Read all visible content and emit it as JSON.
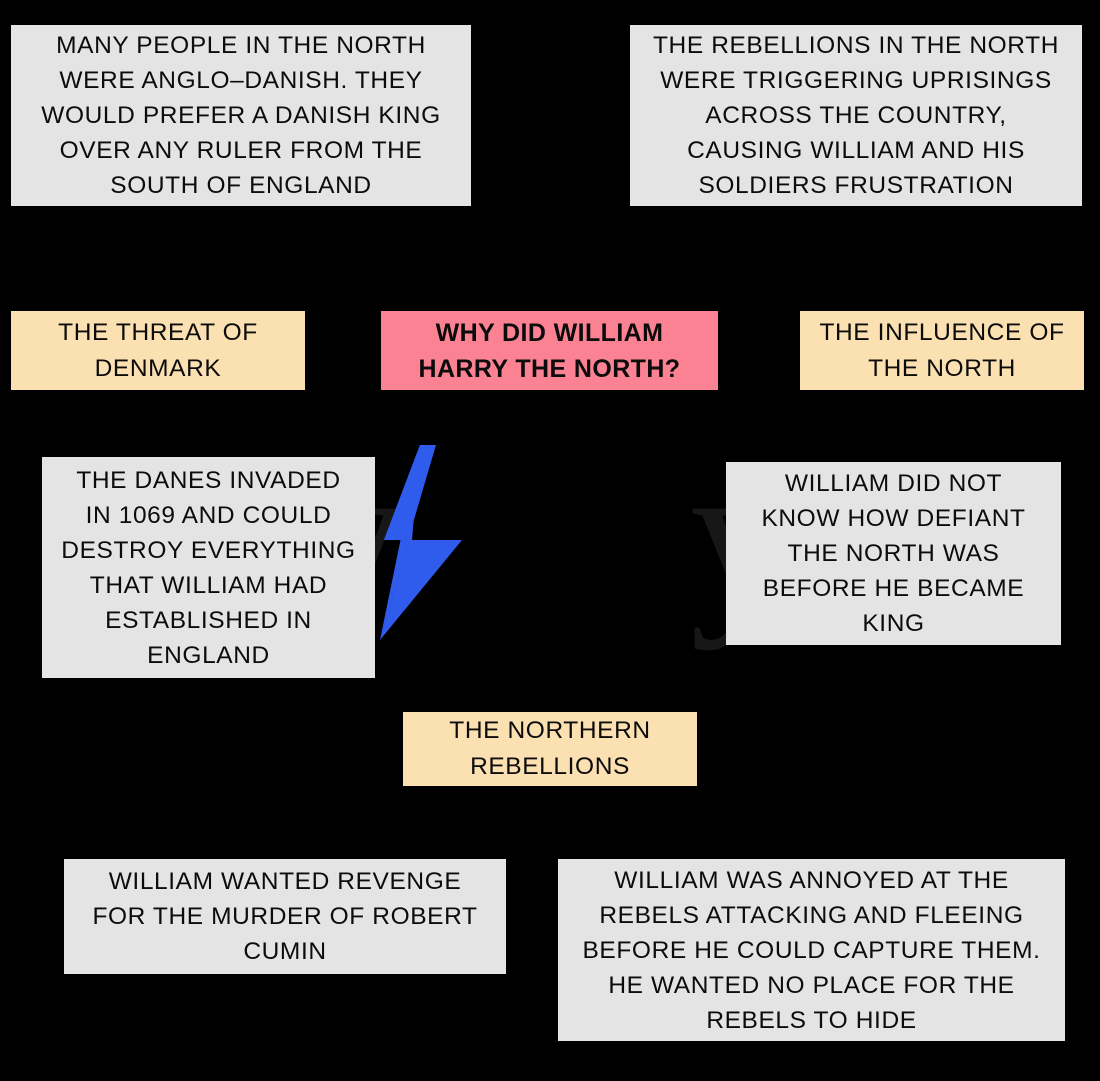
{
  "diagram": {
    "title": "WHY DID WILLIAM HARRY THE NORTH?",
    "type": "mind-map",
    "background_color": "#000000",
    "colors": {
      "detail_box": "#e4e4e4",
      "category_box": "#fbe0b2",
      "central_box": "#fb8292",
      "accent_bolt": "#2f5ced",
      "text": "#0c0c0c"
    },
    "watermark_glyph": "y"
  },
  "nodes": {
    "north_anglo_danish": {
      "kind": "detail",
      "lines": [
        "MANY PEOPLE IN THE NORTH",
        "WERE ANGLO–DANISH. THEY",
        "WOULD PREFER A DANISH KING",
        "OVER ANY RULER FROM THE",
        "SOUTH OF ENGLAND"
      ]
    },
    "rebellions_uprisings": {
      "kind": "detail",
      "lines": [
        "THE REBELLIONS IN THE NORTH",
        "WERE TRIGGERING UPRISINGS",
        "ACROSS THE COUNTRY,",
        "CAUSING WILLIAM AND HIS",
        "SOLDIERS FRUSTRATION"
      ]
    },
    "threat_denmark": {
      "kind": "category",
      "lines": [
        "THE THREAT OF",
        "DENMARK"
      ]
    },
    "central_question": {
      "kind": "central",
      "lines": [
        "WHY DID WILLIAM",
        "HARRY THE NORTH?"
      ]
    },
    "influence_north": {
      "kind": "category",
      "lines": [
        "THE INFLUENCE OF",
        "THE NORTH"
      ]
    },
    "danes_invaded": {
      "kind": "detail",
      "lines": [
        "THE DANES INVADED",
        "IN 1069 AND COULD",
        "DESTROY EVERYTHING",
        "THAT WILLIAM HAD",
        "ESTABLISHED IN",
        "ENGLAND"
      ]
    },
    "william_defiant": {
      "kind": "detail",
      "lines": [
        "WILLIAM DID NOT",
        "KNOW HOW DEFIANT",
        "THE NORTH WAS",
        "BEFORE HE BECAME",
        "KING"
      ]
    },
    "northern_rebellions": {
      "kind": "category",
      "lines": [
        "THE NORTHERN",
        "REBELLIONS"
      ]
    },
    "revenge_cumin": {
      "kind": "detail",
      "lines": [
        "WILLIAM WANTED REVENGE",
        "FOR THE MURDER OF ROBERT",
        "CUMIN"
      ]
    },
    "annoyed_rebels": {
      "kind": "detail",
      "lines": [
        "WILLIAM WAS ANNOYED AT THE",
        "REBELS ATTACKING AND FLEEING",
        "BEFORE HE COULD CAPTURE THEM.",
        "HE WANTED NO PLACE FOR THE",
        "REBELS TO HIDE"
      ]
    }
  }
}
